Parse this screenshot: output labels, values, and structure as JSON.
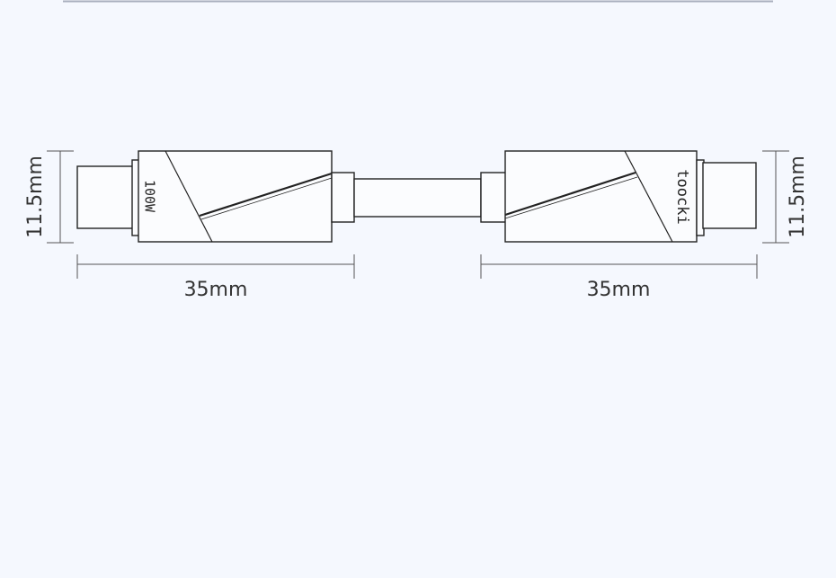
{
  "diagram": {
    "left_connector": {
      "label": "100W",
      "length_label": "35mm",
      "height_label": "11.5mm"
    },
    "right_connector": {
      "label": "toocki",
      "length_label": "35mm",
      "height_label": "11.5mm"
    }
  },
  "colors": {
    "background": "#f5f8fe",
    "stroke": "#222222",
    "top_bar": "#aab0bf"
  }
}
